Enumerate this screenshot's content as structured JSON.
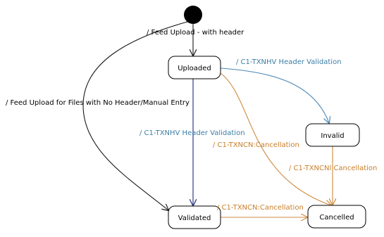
{
  "colors": {
    "black": "#1a1a1a",
    "blue": "#3c7ea6",
    "navy": "#1f2a7a",
    "orange": "#c87f2a"
  },
  "states": {
    "uploaded": "Uploaded",
    "invalid": "Invalid",
    "validated": "Validated",
    "cancelled": "Cancelled"
  },
  "transitions": {
    "feed_upload_with_header": "/ Feed Upload - with header",
    "feed_upload_no_header": "/ Feed Upload for Files with No Header/Manual Entry",
    "header_validation_to_invalid": "/ C1-TXNHV Header Validation",
    "header_validation_to_validated": "/ C1-TXNHV Header Validation",
    "cancellation_from_uploaded": "/ C1-TXNCN:Cancellation",
    "cancellation_from_invalid": "/ C1-TXNCNl Cancellation",
    "cancellation_from_validated": "/ C1-TXNCN:Cancellation"
  }
}
